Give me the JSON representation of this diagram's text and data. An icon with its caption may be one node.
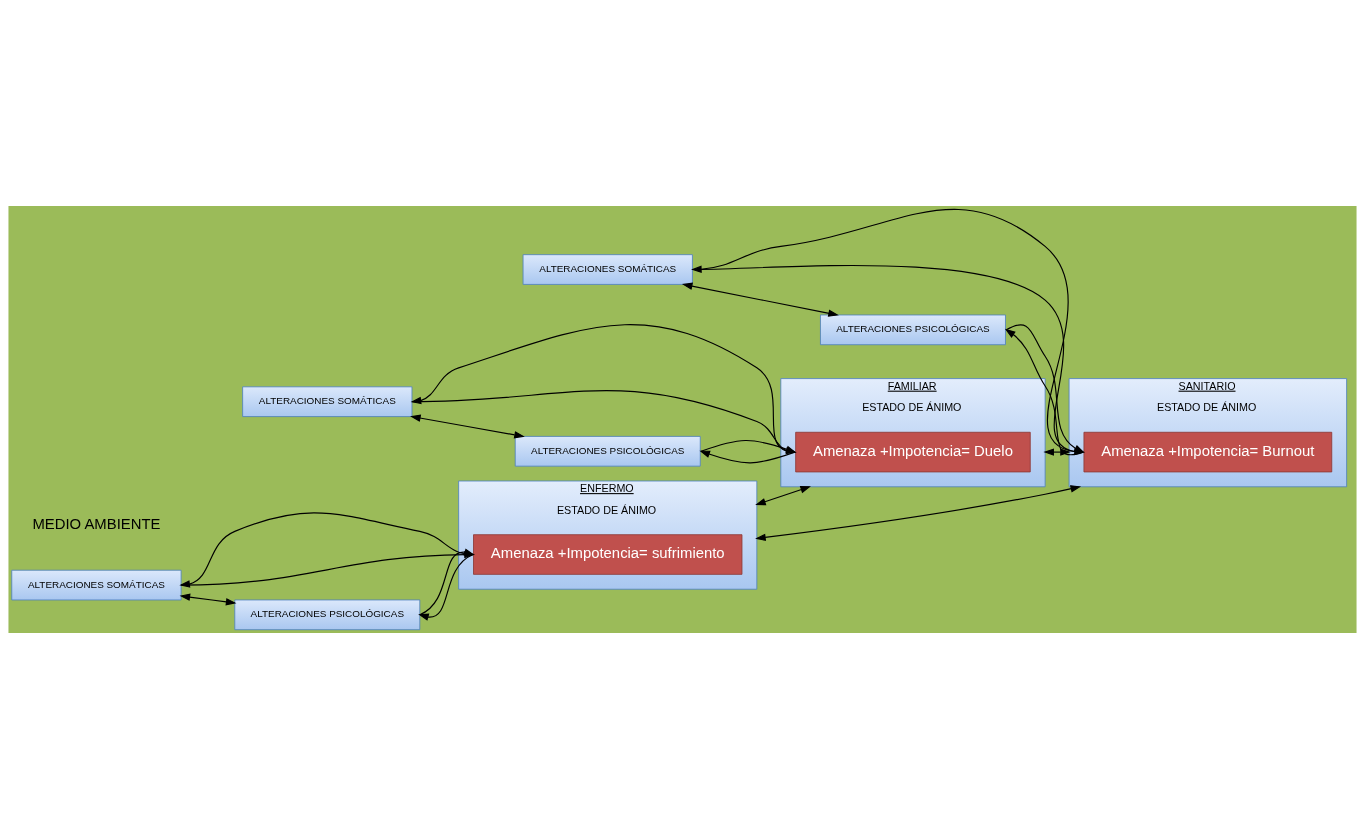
{
  "diagram": {
    "nodes": [
      {
        "text": [
          "ENFERMO",
          "ESTADO DE ÁNIMO"
        ]
      },
      {
        "text": [
          "Amenaza +Impotencia= sufrimiento"
        ],
        "in": 0
      },
      {
        "text": [
          "ALTERACIONES SOMÁTICAS"
        ]
      },
      {
        "text": [
          "ALTERACIONES PSICOLÓGICAS"
        ]
      },
      {
        "text": [
          "SANITARIO",
          "ESTADO DE ÁNIMO"
        ]
      },
      {
        "text": [
          "Amenaza +Impotencia= Burnout"
        ],
        "in": 4
      },
      {
        "text": [
          "ALTERACIONES SOMÁTICAS"
        ]
      },
      {
        "text": [
          "ALTERACIONES PSICOLÓGICAS"
        ]
      },
      {
        "text": [
          "FAMILIAR",
          "ESTADO DE ÁNIMO"
        ]
      },
      {
        "text": [
          "Amenaza +Impotencia= Duelo"
        ],
        "in": 8
      },
      {
        "text": [
          "ALTERACIONES SOMÁTICAS"
        ]
      },
      {
        "text": [
          "ALTERACIONES PSICOLÓGICAS"
        ]
      }
    ],
    "edges": [
      {
        "from": 1,
        "to": 2,
        "arrow": "to"
      },
      {
        "from": 2,
        "to": 1,
        "arrow": "to"
      },
      {
        "from": 3,
        "to": 1,
        "arrow": "to"
      },
      {
        "from": 1,
        "to": 3,
        "arrow": "to"
      },
      {
        "from": 2,
        "to": 3,
        "arrow": "both"
      },
      {
        "from": 0,
        "to": 8,
        "arrow": "both"
      },
      {
        "from": 0,
        "to": 4,
        "arrow": "both"
      },
      {
        "from": 8,
        "to": 4,
        "arrow": "both"
      },
      {
        "from": 5,
        "to": 6,
        "arrow": "to"
      },
      {
        "from": 6,
        "to": 5,
        "arrow": "to"
      },
      {
        "from": 7,
        "to": 5,
        "arrow": "to"
      },
      {
        "from": 5,
        "to": 7,
        "arrow": "to"
      },
      {
        "from": 6,
        "to": 7,
        "arrow": "both"
      },
      {
        "from": 9,
        "to": 10,
        "arrow": "to"
      },
      {
        "from": 10,
        "to": 9,
        "arrow": "to"
      },
      {
        "from": 11,
        "to": 9,
        "arrow": "to"
      },
      {
        "from": 9,
        "to": 11,
        "arrow": "to"
      },
      {
        "from": 10,
        "to": 11,
        "arrow": "both"
      }
    ],
    "labels": [
      "MEDIO AMBIENTE"
    ]
  }
}
